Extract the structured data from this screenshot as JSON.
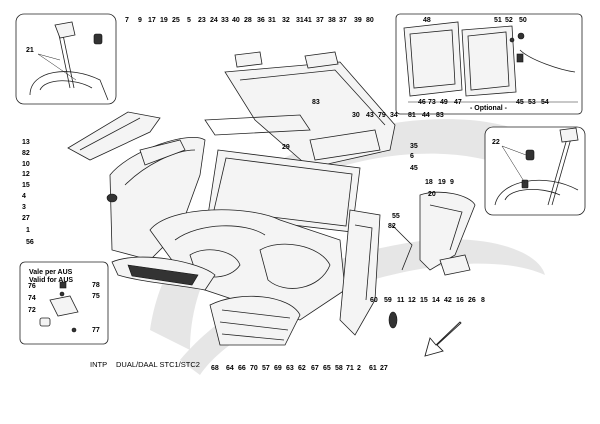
{
  "labels": {
    "top_row": [
      "7",
      "9",
      "17",
      "19",
      "25",
      "5",
      "23",
      "24",
      "33",
      "40",
      "28",
      "36",
      "31",
      "32",
      "31",
      "41",
      "37",
      "38",
      "37",
      "39",
      "80"
    ],
    "optional_box": [
      "48",
      "51",
      "52",
      "50",
      "46",
      "73",
      "49",
      "47",
      "45",
      "53",
      "54"
    ],
    "optional_text": "- Optional -",
    "left_column": [
      "13",
      "82",
      "10",
      "12",
      "15",
      "4",
      "3",
      "27",
      "1",
      "56"
    ],
    "top_inset": [
      "21"
    ],
    "right_inset": [
      "22"
    ],
    "center": [
      "83",
      "30",
      "43",
      "79",
      "34",
      "81",
      "44",
      "83",
      "35",
      "6",
      "45",
      "29",
      "18",
      "20",
      "19",
      "9",
      "55",
      "82"
    ],
    "bottom_row": [
      "68",
      "64",
      "66",
      "70",
      "57",
      "69",
      "63",
      "62",
      "67",
      "65",
      "58",
      "71",
      "2",
      "61",
      "27"
    ],
    "bottom_right": [
      "60",
      "59",
      "11",
      "12",
      "15",
      "14",
      "42",
      "16",
      "26",
      "8"
    ],
    "aus_inset": [
      "78",
      "75",
      "74",
      "72",
      "77",
      "76"
    ],
    "aus_title_line1": "Vale per AUS",
    "aus_title_line2": "Valid for AUS",
    "caption_intp": "INTP",
    "caption_dual": "DUAL/DAAL STC1/STC2"
  }
}
